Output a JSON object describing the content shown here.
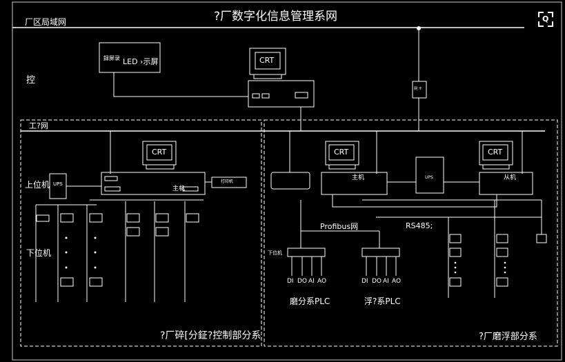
{
  "title": "?厂数字化信息管理系网",
  "lan_label": "厂区局域网",
  "ind_net_label": "工?网",
  "control_label": "控",
  "led_label_left": "録屏录",
  "led_label_right": "LED ›示屏",
  "crt": "CRT",
  "host_label": "主机",
  "slave_label": "从机",
  "upper_label": "上位机",
  "lower_label": "下位机",
  "ups": "UPS",
  "profibus": "Profibus网",
  "rs485": "RS485;",
  "lower_small": "下位机",
  "plc_inputs": [
    "DI",
    "DO",
    "AI",
    "AO"
  ],
  "plc1_name": "磨分系PLC",
  "plc2_name": "浮?系PLC",
  "section_left": "?厂碎[分鉦?控制部分系",
  "section_right": "?厂磨浮部分系",
  "printer_label": "打印机",
  "small_box_label": "网 卡",
  "zoom_icon_text": "Q"
}
